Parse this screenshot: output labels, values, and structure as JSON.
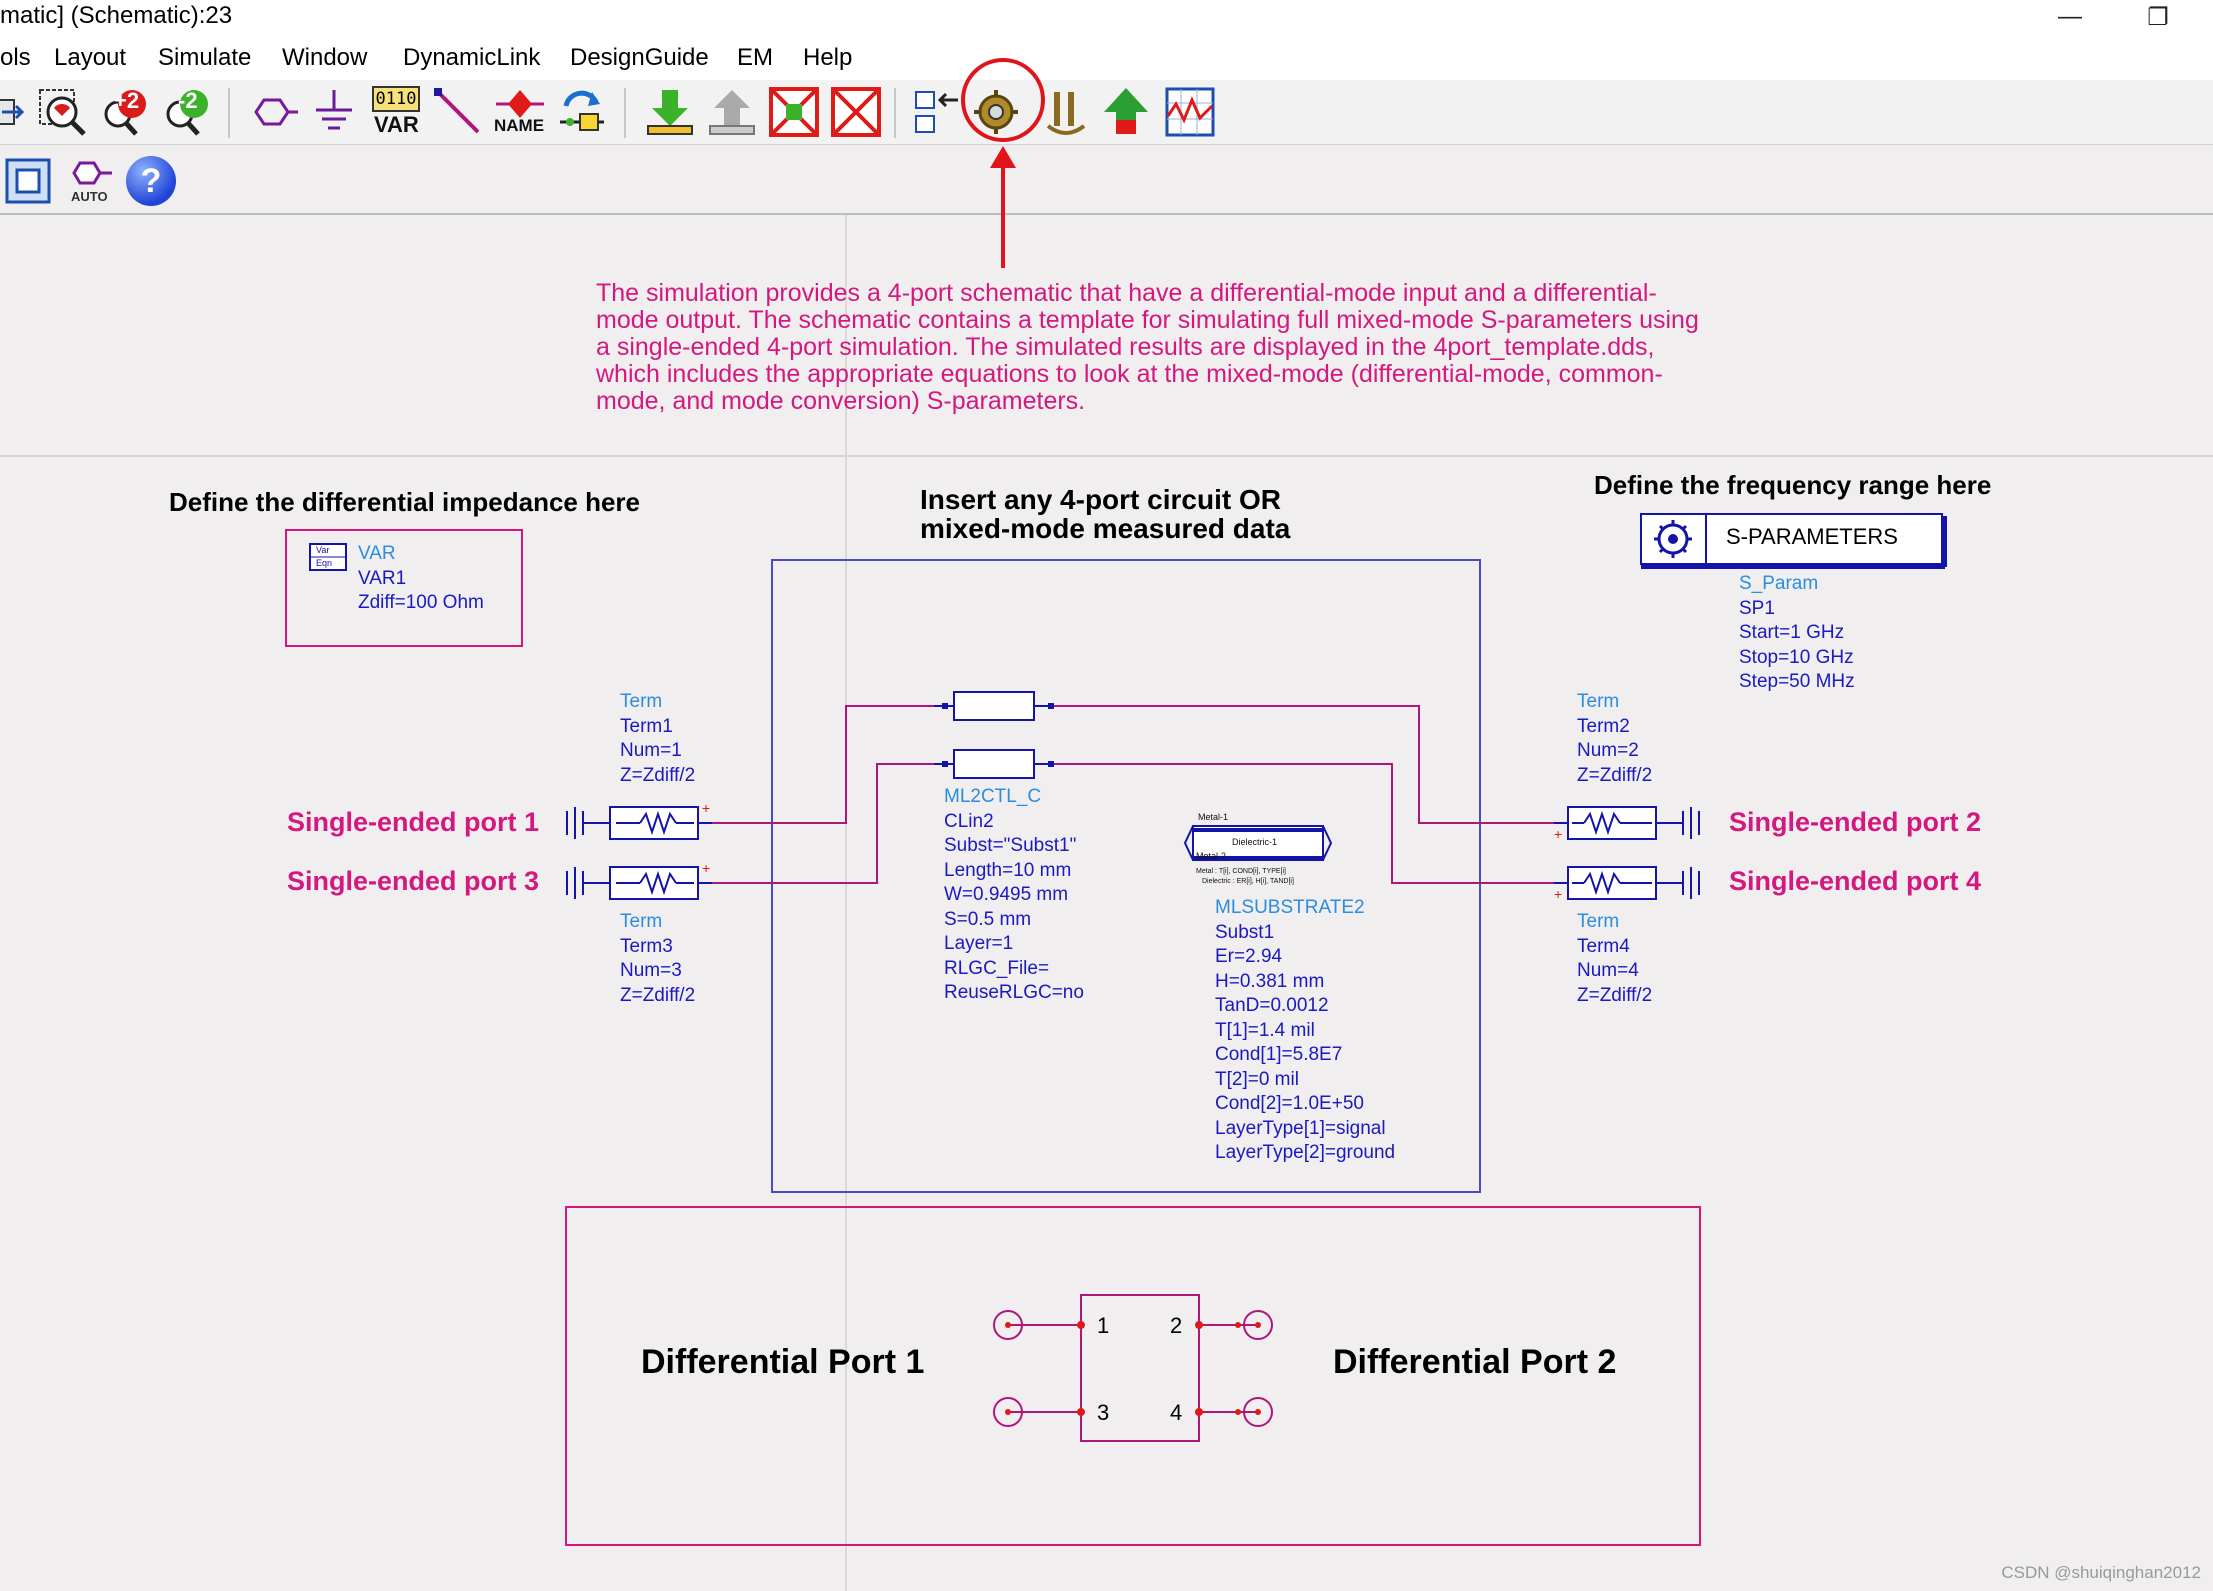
{
  "window": {
    "title": "matic] (Schematic):23",
    "minimize_label": "—",
    "restore_label": "❐"
  },
  "menu": [
    "ols",
    "Layout",
    "Simulate",
    "Window",
    "DynamicLink",
    "DesignGuide",
    "EM",
    "Help"
  ],
  "toolbar1": {
    "zoom_in_label": "+2",
    "zoom_out_label": "-2",
    "var_chip_label": "0110",
    "var_label": "VAR",
    "name_label": "NAME",
    "icons": [
      "pan-icon",
      "zoom-area-icon",
      "zoom-in-icon",
      "zoom-out-icon",
      "port-icon",
      "ground-icon",
      "var-eqn-icon",
      "wire-icon",
      "name-icon",
      "simulate-icon",
      "push-into-icon",
      "pop-out-icon",
      "deactivate-icon",
      "short-icon",
      "hierarchy-icon",
      "tuning-icon",
      "tune-icon",
      "generate-icon",
      "data-display-icon"
    ],
    "highlight_color": "#e0151b"
  },
  "toolbar2": {
    "auto_label": "AUTO",
    "help_label": "?"
  },
  "annotation": "The simulation provides a 4-port schematic that have a differential-mode input and a differential-mode output.  The schematic contains a template for simulating full mixed-mode S-parameters using a single-ended 4-port simulation.  The simulated results are displayed in the 4port_template.dds, which includes the appropriate equations to look at the mixed-mode (differential-mode, common-mode, and mode conversion) S-parameters.",
  "headers": {
    "impedance": "Define the differential impedance here",
    "circuit_line1": "Insert any 4-port circuit OR",
    "circuit_line2": "mixed-mode measured data",
    "frequency": "Define the frequency range here"
  },
  "var_block": {
    "icon_top": "Var",
    "icon_bottom": "Eqn",
    "lines": [
      "VAR",
      "VAR1",
      "Zdiff=100 Ohm"
    ]
  },
  "sparam_block": {
    "label": "S-PARAMETERS",
    "lines": [
      "S_Param",
      "SP1",
      "Start=1 GHz",
      "Stop=10 GHz",
      "Step=50 MHz"
    ]
  },
  "terms": {
    "term1": [
      "Term",
      "Term1",
      "Num=1",
      "Z=Zdiff/2"
    ],
    "term2": [
      "Term",
      "Term2",
      "Num=2",
      "Z=Zdiff/2"
    ],
    "term3": [
      "Term",
      "Term3",
      "Num=3",
      "Z=Zdiff/2"
    ],
    "term4": [
      "Term",
      "Term4",
      "Num=4",
      "Z=Zdiff/2"
    ]
  },
  "ports": {
    "p1": "Single-ended port 1",
    "p2": "Single-ended port 2",
    "p3": "Single-ended port 3",
    "p4": "Single-ended port 4"
  },
  "clin": [
    "ML2CTL_C",
    "CLin2",
    "Subst=\"Subst1\"",
    "Length=10 mm",
    "W=0.9495 mm",
    "S=0.5 mm",
    "Layer=1",
    "RLGC_File=",
    "ReuseRLGC=no"
  ],
  "substrate_icon": {
    "metal1": "Metal-1",
    "dielectric": "Dielectric-1",
    "metal2": "Metal-2",
    "foot1": "Metal :  T[i], COND[i], TYPE[i]",
    "foot2": "Dielectric : ER[i], H[i], TAND[i]"
  },
  "substrate": [
    "MLSUBSTRATE2",
    "Subst1",
    "Er=2.94",
    "H=0.381 mm",
    "TanD=0.0012",
    "T[1]=1.4 mil",
    "Cond[1]=5.8E7",
    "T[2]=0 mil",
    "Cond[2]=1.0E+50",
    "LayerType[1]=signal",
    "LayerType[2]=ground"
  ],
  "diff": {
    "port1": "Differential Port 1",
    "port2": "Differential Port 2",
    "pins": [
      "1",
      "2",
      "3",
      "4"
    ]
  },
  "plus": "+",
  "watermark": "CSDN @shuiqinghan2012",
  "colors": {
    "wire": "#b0157a",
    "component": "#1414a8",
    "box_pink": "#d4187f",
    "box_blue": "#4a4ac8",
    "annotation": "#d4187f"
  }
}
